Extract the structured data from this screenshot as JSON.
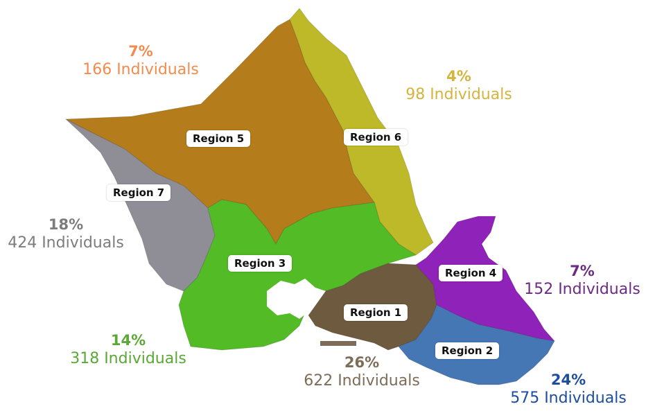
{
  "regions": [
    {
      "id": "region-1",
      "label": "Region 1",
      "percent": "26%",
      "count": "622 Individuals",
      "color": "#6e5a3e",
      "text_color": "#7d6c58"
    },
    {
      "id": "region-2",
      "label": "Region 2",
      "percent": "24%",
      "count": "575 Individuals",
      "color": "#4677b5",
      "text_color": "#1d4d9e"
    },
    {
      "id": "region-3",
      "label": "Region 3",
      "percent": "14%",
      "count": "318 Individuals",
      "color": "#52bb26",
      "text_color": "#5aa835"
    },
    {
      "id": "region-4",
      "label": "Region 4",
      "percent": "7%",
      "count": "152 Individuals",
      "color": "#8f22b8",
      "text_color": "#6c2a86"
    },
    {
      "id": "region-5",
      "label": "Region 5",
      "percent": "7%",
      "count": "166 Individuals",
      "color": "#b47c1a",
      "text_color": "#f28b4e"
    },
    {
      "id": "region-6",
      "label": "Region 6",
      "percent": "4%",
      "count": "98 Individuals",
      "color": "#bdb928",
      "text_color": "#d4b43c"
    },
    {
      "id": "region-7",
      "label": "Region 7",
      "percent": "18%",
      "count": "424 Individuals",
      "color": "#8f8e97",
      "text_color": "#7c7c7c"
    }
  ]
}
